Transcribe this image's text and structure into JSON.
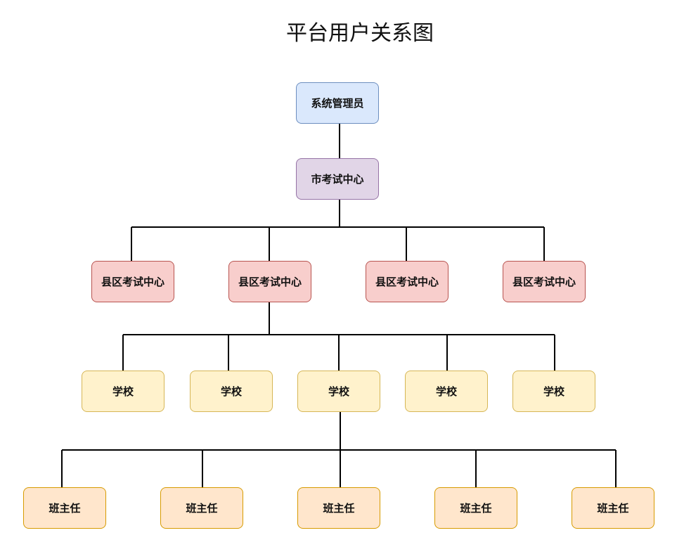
{
  "title": "平台用户关系图",
  "levels": {
    "admin": {
      "label": "系统管理员",
      "fill": "#dae8fc",
      "stroke": "#6c8ebf"
    },
    "city": {
      "label": "市考试中心",
      "fill": "#e1d5e7",
      "stroke": "#9673a6"
    },
    "county": {
      "labels": [
        "县区考试中心",
        "县区考试中心",
        "县区考试中心",
        "县区考试中心"
      ],
      "fill": "#f8cecc",
      "stroke": "#b85450"
    },
    "school": {
      "labels": [
        "学校",
        "学校",
        "学校",
        "学校",
        "学校"
      ],
      "fill": "#fff2cc",
      "stroke": "#d6b656"
    },
    "teacher": {
      "labels": [
        "班主任",
        "班主任",
        "班主任",
        "班主任",
        "班主任"
      ],
      "fill": "#ffe6cc",
      "stroke": "#d79b00"
    }
  },
  "line_color": "#000000"
}
